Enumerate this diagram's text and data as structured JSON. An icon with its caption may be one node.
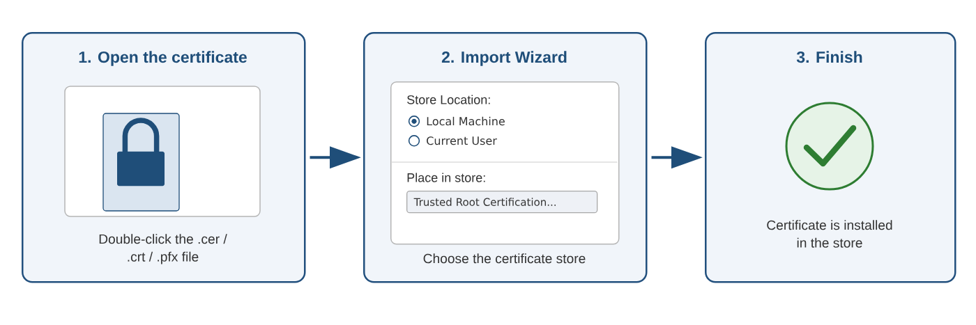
{
  "diagram": {
    "nodes": [
      {
        "text": [
          "1. Open the certificate",
          "Double-click the .cer / .crt / .pfx file"
        ]
      },
      {
        "text": [
          "2. Import Wizard",
          "Choose the certificate store"
        ]
      },
      {
        "text": [
          "Store Location:",
          "Local Machine",
          "Current User",
          "Place in store:"
        ],
        "in": 1
      },
      {
        "text": [
          "Trusted Root Certification..."
        ],
        "in": 2
      },
      {
        "text": [
          "3. Finish",
          "Certificate is installed in the store"
        ]
      }
    ],
    "edges": [
      {
        "from": 0,
        "to": 1,
        "arrow": "to"
      },
      {
        "from": 1,
        "to": 4,
        "arrow": "to"
      }
    ]
  }
}
